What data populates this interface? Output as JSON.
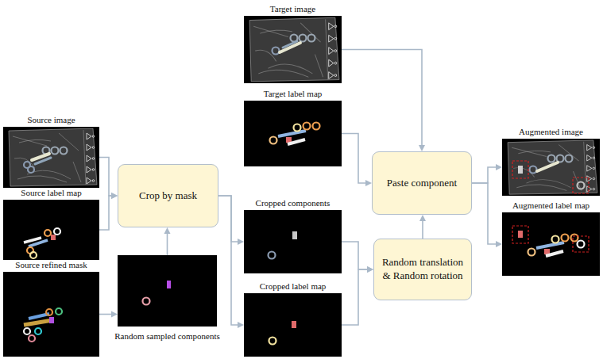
{
  "diagram": {
    "nodes": [
      {
        "text": [
          "Source image"
        ]
      },
      {
        "text": [
          "Source label map"
        ]
      },
      {
        "text": [
          "Source refined mask"
        ]
      },
      {
        "text": [
          "Crop by mask"
        ]
      },
      {
        "text": [
          "Random sampled components"
        ]
      },
      {
        "text": [
          "Target image"
        ]
      },
      {
        "text": [
          "Target label map"
        ]
      },
      {
        "text": [
          "Cropped components"
        ]
      },
      {
        "text": [
          "Cropped label map"
        ]
      },
      {
        "text": [
          "Paste component"
        ]
      },
      {
        "text": [
          "Random translation & Random rotation"
        ]
      },
      {
        "text": [
          "Augmented image"
        ]
      },
      {
        "text": [
          "Augmented label map"
        ]
      }
    ],
    "edges": [
      {
        "from": 0,
        "to": 3,
        "arrow": "to"
      },
      {
        "from": 1,
        "to": 3,
        "arrow": "to"
      },
      {
        "from": 2,
        "to": 4,
        "arrow": "to"
      },
      {
        "from": 4,
        "to": 3,
        "arrow": "to"
      },
      {
        "from": 3,
        "to": 7,
        "arrow": "to"
      },
      {
        "from": 3,
        "to": 8,
        "arrow": "to"
      },
      {
        "from": 7,
        "to": 10,
        "arrow": "to"
      },
      {
        "from": 8,
        "to": 10,
        "arrow": "to"
      },
      {
        "from": 10,
        "to": 9,
        "arrow": "to"
      },
      {
        "from": 5,
        "to": 9,
        "arrow": "to"
      },
      {
        "from": 6,
        "to": 9,
        "arrow": "to"
      },
      {
        "from": 9,
        "to": 11,
        "arrow": "to"
      },
      {
        "from": 9,
        "to": 12,
        "arrow": "to"
      }
    ]
  }
}
